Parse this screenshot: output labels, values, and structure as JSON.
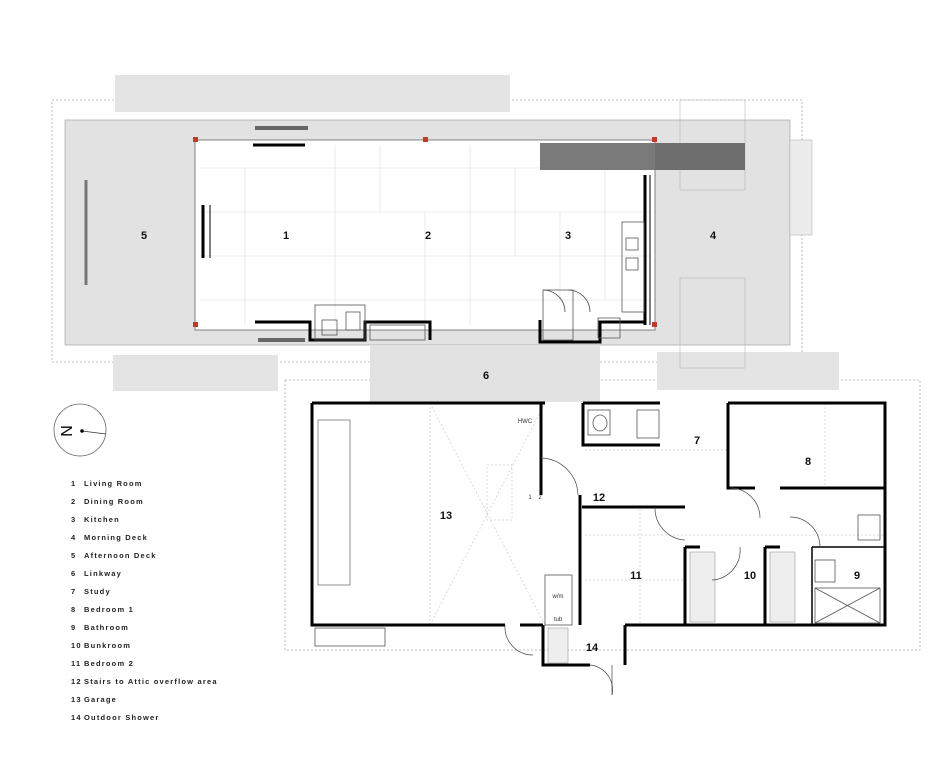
{
  "plan": {
    "room_numbers": [
      "1",
      "2",
      "3",
      "4",
      "5",
      "6",
      "7",
      "8",
      "9",
      "10",
      "11",
      "12",
      "13",
      "14"
    ],
    "fixture_labels": {
      "hwc": "HWC",
      "washing_machine": "w/m",
      "tub": "tub",
      "stair_1": "1",
      "stair_2": "2"
    },
    "colors": {
      "deck": "#e2e2e2",
      "roof": "#d9d9d9",
      "dark_panel": "#6e6e6e",
      "wall": "#000000",
      "door_accent": "#c0392b"
    }
  },
  "compass": {
    "label": "N"
  },
  "legend": [
    {
      "num": "1",
      "label": "Living Room"
    },
    {
      "num": "2",
      "label": "Dining Room"
    },
    {
      "num": "3",
      "label": "Kitchen"
    },
    {
      "num": "4",
      "label": "Morning Deck"
    },
    {
      "num": "5",
      "label": "Afternoon Deck"
    },
    {
      "num": "6",
      "label": "Linkway"
    },
    {
      "num": "7",
      "label": "Study"
    },
    {
      "num": "8",
      "label": "Bedroom 1"
    },
    {
      "num": "9",
      "label": "Bathroom"
    },
    {
      "num": "10",
      "label": "Bunkroom"
    },
    {
      "num": "11",
      "label": "Bedroom 2"
    },
    {
      "num": "12",
      "label": "Stairs to Attic overflow area"
    },
    {
      "num": "13",
      "label": "Garage"
    },
    {
      "num": "14",
      "label": "Outdoor Shower"
    }
  ]
}
